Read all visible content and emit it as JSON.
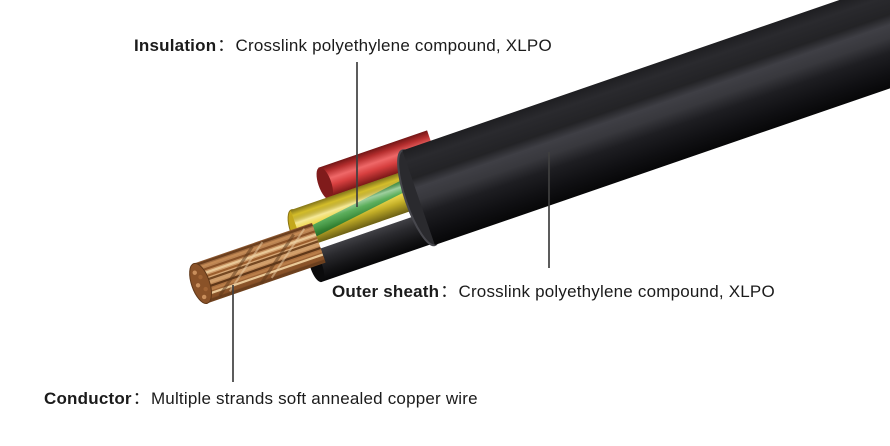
{
  "diagram": {
    "annotations": [
      {
        "term": "Insulation",
        "separator": "：",
        "description": "Crosslink polyethylene compound, XLPO"
      },
      {
        "term": "Outer sheath",
        "separator": "：",
        "description": "Crosslink polyethylene compound, XLPO"
      },
      {
        "term": "Conductor",
        "separator": "：",
        "description": "Multiple strands soft annealed copper wire"
      }
    ]
  },
  "colors": {
    "background": "#ffffff",
    "text": "#1b1b1b",
    "leader_line": "#3f3f3f",
    "outer_sheath_black": "#1c1c1f",
    "sheath_highlight": "#3f3f45",
    "sheath_cut_face": "#2a2a2e",
    "insulation_red": "#d84040",
    "insulation_yellow": "#ecd32f",
    "insulation_green_stripe": "#3fa03f",
    "inner_wire_black": "#161618",
    "conductor_copper": "#b5784a",
    "conductor_copper_dark": "#6e421f",
    "conductor_copper_light": "#e9c897"
  }
}
